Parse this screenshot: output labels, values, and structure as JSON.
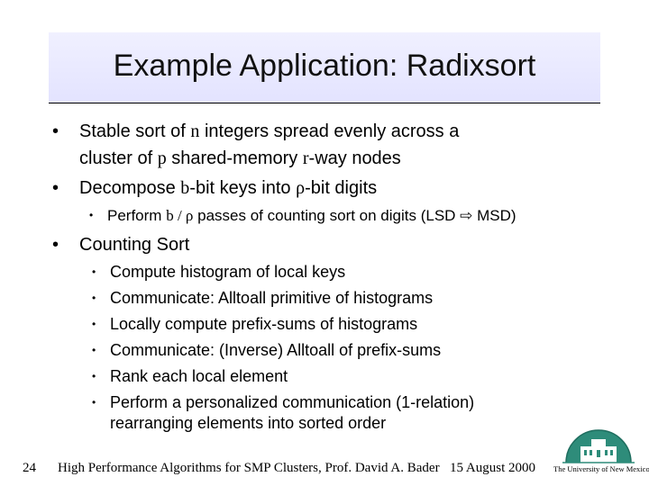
{
  "slide": {
    "title": "Example Application: Radixsort",
    "bullets": [
      {
        "pre": "Stable sort of ",
        "v1": "n",
        "mid": " integers spread evenly across a"
      },
      {
        "pre": "cluster of ",
        "v1": "p",
        "mid": " shared-memory ",
        "v2": "r",
        "post": "-way nodes"
      },
      {
        "pre": "Decompose ",
        "v1": "b",
        "mid": "-bit keys into ",
        "v2": "ρ",
        "post": "-bit digits"
      }
    ],
    "sub_bullet": {
      "pre": "Perform ",
      "v1": "b / ρ",
      "mid": " passes of counting sort on digits (LSD ",
      "arrow": "⇨",
      "post": " MSD)"
    },
    "counting_sort": {
      "heading": "Counting Sort",
      "items": [
        "Compute histogram of local keys",
        "Communicate: Alltoall primitive of histograms",
        "Locally compute prefix-sums of histograms",
        "Communicate: (Inverse) Alltoall of prefix-sums",
        "Rank each local element",
        "Perform a personalized communication (1-relation)",
        "rearranging elements into sorted order"
      ]
    }
  },
  "footer": {
    "page_number": "24",
    "course": "High Performance Algorithms for SMP Clusters,  Prof. David A. Bader",
    "date": "15 August 2000",
    "logo_caption": "The University of New Mexico"
  },
  "colors": {
    "title_bg": "#e8e8ff",
    "logo_teal": "#2e8c7a"
  }
}
